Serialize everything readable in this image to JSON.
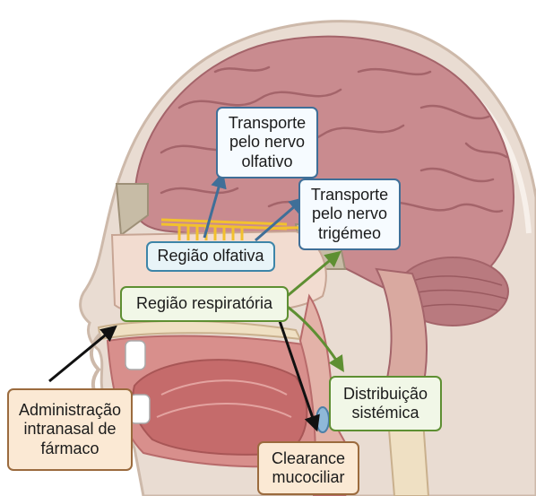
{
  "labels": {
    "transporte_olfativo": "Transporte\npelo nervo\nolfativo",
    "transporte_trigemeo": "Transporte\npelo nervo\ntrigémeo",
    "regiao_olfativa": "Região olfativa",
    "regiao_respiratoria": "Região respiratória",
    "distribuicao_sistemica": "Distribuição\nsistémica",
    "administracao": "Administração\nintranasal de\nfármaco",
    "clearance": "Clearance\nmucociliar"
  },
  "colors": {
    "skin": "#e9dcd2",
    "brain": "#c98b8f",
    "brain_folds": "#a4646a",
    "cerebellum": "#b97a7f",
    "oral_cavity": "#d88f8c",
    "tongue": "#c56b6b",
    "nerve": "#f2c12e",
    "bone": "#efe0c3",
    "arrow_blue": "#3f6f98",
    "arrow_green": "#5e8f32",
    "arrow_black": "#111111"
  }
}
